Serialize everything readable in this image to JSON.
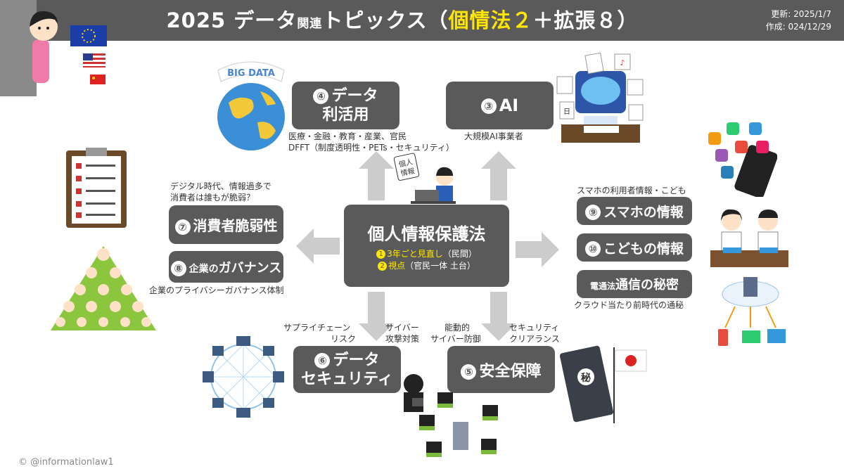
{
  "header": {
    "title_main": "2025 データ",
    "title_small": "関連",
    "title_topics": "トピックス（",
    "title_highlight": "個情法２",
    "title_end": "＋拡張８）",
    "updated": "更新: 2025/1/7",
    "created": "作成: 024/12/29"
  },
  "center": {
    "title": "個人情報保護法",
    "item1_num": "1",
    "item1_hl": "3年ごと見直し",
    "item1_rest": "（民間）",
    "item2_num": "2",
    "item2_hl": "視点",
    "item2_rest": "（官民一体  土台）",
    "tag": "個人情報"
  },
  "topics": [
    {
      "num": "④",
      "line1": "データ",
      "line2": "利活用",
      "caption1": "医療・金融・教育・産業、官民",
      "caption2": "DFFT（制度透明性・PETs・セキュリティ）"
    },
    {
      "num": "③",
      "line1": "AI",
      "caption1": "大規模AI事業者"
    },
    {
      "num": "⑦",
      "line1": "消費者脆弱性",
      "caption1": "デジタル時代、情報過多で",
      "caption2": "消費者は誰もが脆弱？"
    },
    {
      "num": "⑧",
      "line1_small": "企業の",
      "line1": "ガバナンス",
      "caption1": "企業のプライバシーガバナンス体制"
    },
    {
      "num": "⑨",
      "line1": "スマホの情報",
      "caption1": "スマホの利用者情報・こども"
    },
    {
      "num": "⑩",
      "line1": "こどもの情報"
    },
    {
      "line1_small": "電通法",
      "line1": "通信の秘密",
      "caption1": "クラウド当たり前時代の通秘"
    },
    {
      "num": "⑥",
      "line1": "データ",
      "line2": "セキュリティ",
      "caption1": "サプライチェーン",
      "caption2": "リスク",
      "caption3": "サイバー",
      "caption4": "攻撃対策"
    },
    {
      "num": "⑤",
      "line1": "安全保障",
      "caption1": "能動的",
      "caption2": "サイバー防御",
      "caption3": "セキュリティ",
      "caption4": "クリアランス"
    }
  ],
  "illustrations": {
    "big_data": "BIG DATA",
    "secret_stamp": "秘",
    "calendar_day": "日"
  },
  "colors": {
    "box": "#5a5a5a",
    "arrow": "#cccccc",
    "highlight": "#ffe600"
  },
  "footer": "© @informationlaw1"
}
